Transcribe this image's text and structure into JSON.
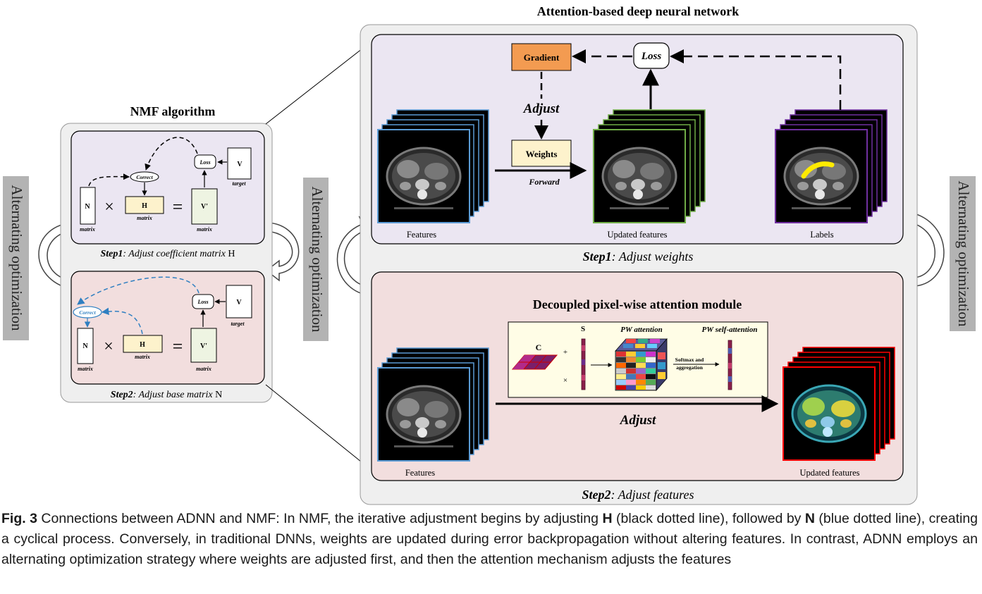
{
  "titles": {
    "adnn": "Attention-based deep neural network",
    "nmf": "NMF algorithm",
    "dpa": "Decoupled pixel-wise attention module"
  },
  "side_labels": {
    "left": "Alternating optimization",
    "middle": "Alternating optimization",
    "right": "Alternating optimization"
  },
  "nmf": {
    "step1": {
      "n": "N",
      "n_sub": "matrix",
      "times": "×",
      "h": "H",
      "h_sub": "matrix",
      "equals": "=",
      "vp": "V'",
      "vp_sub": "matrix",
      "loss": "Loss",
      "correct": "Correct",
      "v": "V",
      "v_sub": "target",
      "caption_step": "Step1",
      "caption_rest": ": Adjust coefficient matrix ",
      "caption_end": "H"
    },
    "step2": {
      "n": "N",
      "n_sub": "matrix",
      "times": "×",
      "h": "H",
      "h_sub": "matrix",
      "equals": "=",
      "vp": "V'",
      "vp_sub": "matrix",
      "loss": "Loss",
      "correct": "Correct",
      "v": "V",
      "v_sub": "target",
      "caption_step": "Step2",
      "caption_rest": ": Adjust base matrix ",
      "caption_end": "N"
    }
  },
  "adnn": {
    "step1": {
      "gradient": "Gradient",
      "loss": "Loss",
      "adjust": "Adjust",
      "weights": "Weights",
      "forward": "Forward",
      "features": "Features",
      "updated_features": "Updated features",
      "labels": "Labels",
      "caption_step": "Step1",
      "caption_rest": ": Adjust weights"
    },
    "step2": {
      "c": "C",
      "s": "S",
      "plus": "+",
      "times": "×",
      "pw_attention": "PW attention",
      "pw_self_attention": "PW self-attention",
      "softmax_line1": "Softmax and",
      "softmax_line2": "aggregation",
      "adjust": "Adjust",
      "features": "Features",
      "updated_features": "Updated features",
      "caption_step": "Step2",
      "caption_rest": ": Adjust features"
    }
  },
  "caption": {
    "fig": "Fig. 3",
    "t1": " Connections between ADNN and NMF: In NMF, the iterative adjustment begins by adjusting ",
    "h": "H",
    "t2": " (black dotted line), followed by ",
    "n": "N",
    "t3": " (blue dotted line), creating a cyclical process. Conversely, in traditional DNNs, weights are updated during error backpropagation without altering features. In contrast, ADNN employs an alternating optimization strategy where weights are adjusted first, and then the attention mechanism adjusts the features"
  },
  "colors": {
    "panel_purple": "#ebe6f2",
    "panel_pink": "#f2dede",
    "outer_gray": "#efefef",
    "gradient_box": "#f39b51",
    "weights_box": "#fdf2cc",
    "h_box": "#fdf2cc",
    "vp_box": "#eef4e2",
    "blue_dashed": "#2f7fc1",
    "feature_blue": "#5b9bd5",
    "updated_green": "#70ad47",
    "labels_purple": "#7030a0",
    "dpa_red": "#ff0000",
    "side_gray": "#b3b3b3"
  }
}
